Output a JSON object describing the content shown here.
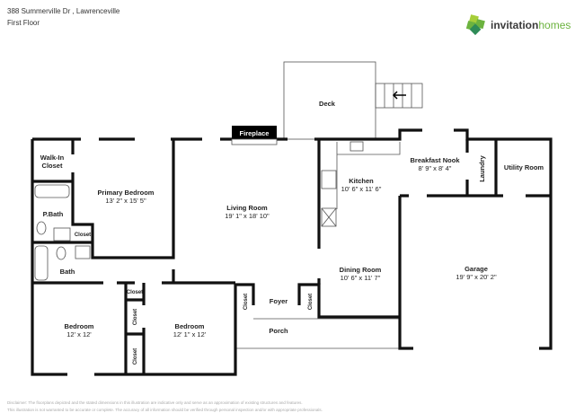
{
  "header": {
    "address": "388 Summerville Dr , Lawrenceville",
    "floor": "First Floor"
  },
  "logo": {
    "brand_word1": "invitation",
    "brand_word2": "homes",
    "colors": [
      "#6cb33f",
      "#2e8b57",
      "#a6ce39"
    ]
  },
  "rooms": {
    "walkin": "Walk-In",
    "walkin2": "Closet",
    "primary": "Primary Bedroom",
    "primary_dim": "13' 2\" x 15' 5\"",
    "pbath": "P.Bath",
    "closet": "Closet",
    "bath": "Bath",
    "living": "Living Room",
    "living_dim": "19' 1\" x 18' 10\"",
    "fireplace": "Fireplace",
    "deck": "Deck",
    "kitchen": "Kitchen",
    "kitchen_dim": "10' 6\" x 11' 6\"",
    "nook": "Breakfast Nook",
    "nook_dim": "8' 9\" x 8' 4\"",
    "laundry": "Laundry",
    "utility": "Utility Room",
    "garage": "Garage",
    "garage_dim": "19' 9\" x 20' 2\"",
    "dining": "Dining Room",
    "dining_dim": "10' 6\" x 11' 7\"",
    "foyer": "Foyer",
    "porch": "Porch",
    "bedroom": "Bedroom",
    "bedroom1_dim": "12' x 12'",
    "bedroom2_dim": "12' 1\" x 12'"
  },
  "disclaimer": {
    "line1": "Disclaimer: The floorplans depicted and the stated dimensions in this illustration are indicative only and serve as an approximation of existing structures and features.",
    "line2": "This illustration is not warranted to be accurate or complete. The accuracy of all information should be verified through personal inspection and/or with appropriate professionals."
  }
}
